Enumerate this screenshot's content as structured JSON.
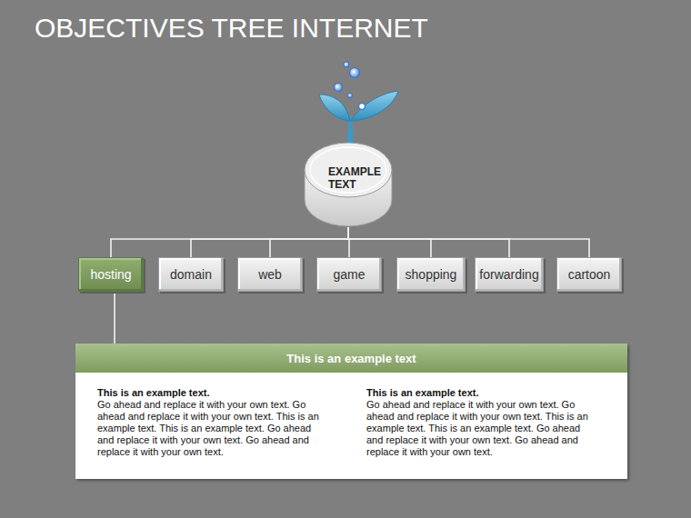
{
  "diagram": {
    "title": "OBJECTIVES TREE INTERNET",
    "nodes": [
      {
        "text": [
          "EXAMPLE TEXT"
        ]
      },
      {
        "text": [
          "hosting"
        ]
      },
      {
        "text": [
          "domain"
        ]
      },
      {
        "text": [
          "web"
        ]
      },
      {
        "text": [
          "game"
        ]
      },
      {
        "text": [
          "shopping"
        ]
      },
      {
        "text": [
          "forwarding"
        ]
      },
      {
        "text": [
          "cartoon"
        ]
      },
      {
        "text": [
          "This is an example text",
          "This is an example text.",
          "Go ahead and replace it with your own text. Go ahead and replace it with your own text. This is an example text. This is an example text. Go ahead and replace it with your own text. Go ahead and replace it with your own text.",
          "This is an example text.",
          "Go ahead and replace it with your own text. Go ahead and replace it with your own text. This is an example text. This is an example text. Go ahead and replace it with your own text. Go ahead and replace it with your own text."
        ]
      }
    ],
    "edges": [
      {
        "from": 0,
        "to": 1,
        "arrow": "none"
      },
      {
        "from": 0,
        "to": 2,
        "arrow": "none"
      },
      {
        "from": 0,
        "to": 3,
        "arrow": "none"
      },
      {
        "from": 0,
        "to": 4,
        "arrow": "none"
      },
      {
        "from": 0,
        "to": 5,
        "arrow": "none"
      },
      {
        "from": 0,
        "to": 6,
        "arrow": "none"
      },
      {
        "from": 0,
        "to": 7,
        "arrow": "none"
      },
      {
        "from": 1,
        "to": 8,
        "arrow": "none"
      }
    ]
  }
}
